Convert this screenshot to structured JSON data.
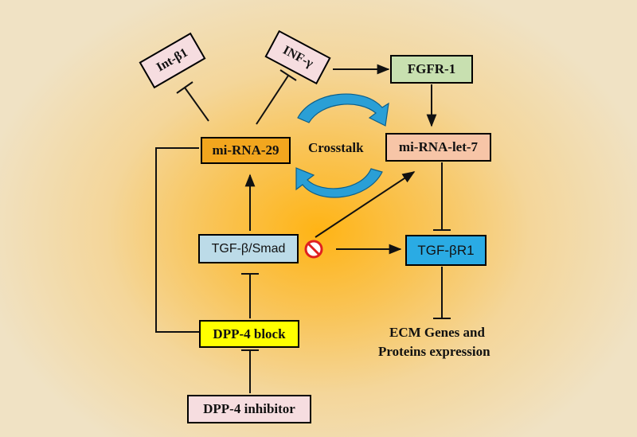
{
  "nodes": {
    "int_beta1": "Int-β1",
    "inf_gamma": "INF-γ",
    "fgfr1": "FGFR-1",
    "mirna29": "mi-RNA-29",
    "mirna_let7": "mi-RNA-let-7",
    "tgf_smad": "TGF-β/Smad",
    "tgf_br1": "TGF-βR1",
    "dpp4_block": "DPP-4 block",
    "dpp4_inhibitor": "DPP-4 inhibitor"
  },
  "labels": {
    "crosstalk": "Crosstalk",
    "ecm_line1": "ECM Genes and",
    "ecm_line2": "Proteins expression"
  },
  "colors": {
    "int_beta1": "#f6dde0",
    "inf_gamma": "#f6dde0",
    "fgfr1": "#c8e0b0",
    "mirna29": "#f2a61e",
    "mirna_let7": "#f7c5a7",
    "tgf_smad": "#bcdbe8",
    "tgf_br1": "#2aabe4",
    "dpp4_block": "#ffff00",
    "dpp4_inhibitor": "#f6dde0",
    "crosstalk_arrows": "#2a9fd6",
    "inhibit_symbol": "#e02020"
  },
  "icons": {
    "crosstalk": "curved-arrows-icon",
    "blocked": "prohibited-icon"
  }
}
